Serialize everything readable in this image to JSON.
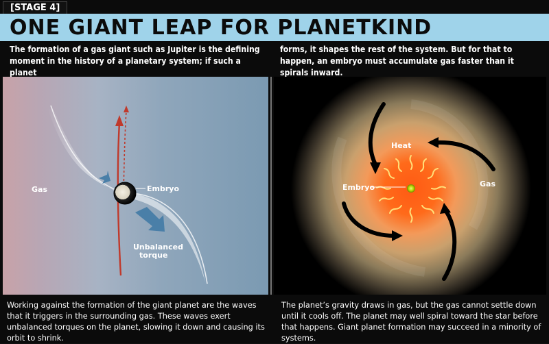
{
  "stage_label": "[STAGE 4]",
  "title": "ONE GIANT LEAP FOR PLANETKIND",
  "intro": {
    "left": "The formation of a gas giant such as Jupiter is the defining moment in the history of a planetary system; if such a planet",
    "right": "forms, it shapes the rest of the system. But for that to happen, an embryo must accumulate gas faster than it spirals inward."
  },
  "left_panel": {
    "labels": {
      "gas": "Gas",
      "embryo": "Embryo",
      "torque_line1": "Unbalanced",
      "torque_line2": "torque"
    },
    "caption": "Working against the formation of the giant planet are the waves that it triggers in the surrounding gas. These waves exert unbalanced torques on the planet, slowing it down and causing its orbit to shrink."
  },
  "right_panel": {
    "labels": {
      "heat": "Heat",
      "embryo": "Embryo",
      "gas": "Gas"
    },
    "caption": "The planet’s gravity draws in gas, but the gas cannot settle down until it cools off. The planet may well spiral toward the star before that happens. Giant planet formation may succeed in a minority of systems."
  },
  "colors": {
    "title_bar": "#9fd3ea",
    "orbit_arrow": "#c0392b",
    "torque_arrow": "#4a7fa8",
    "heat_core": "#ff6a1a",
    "background": "#0b0b0b"
  }
}
